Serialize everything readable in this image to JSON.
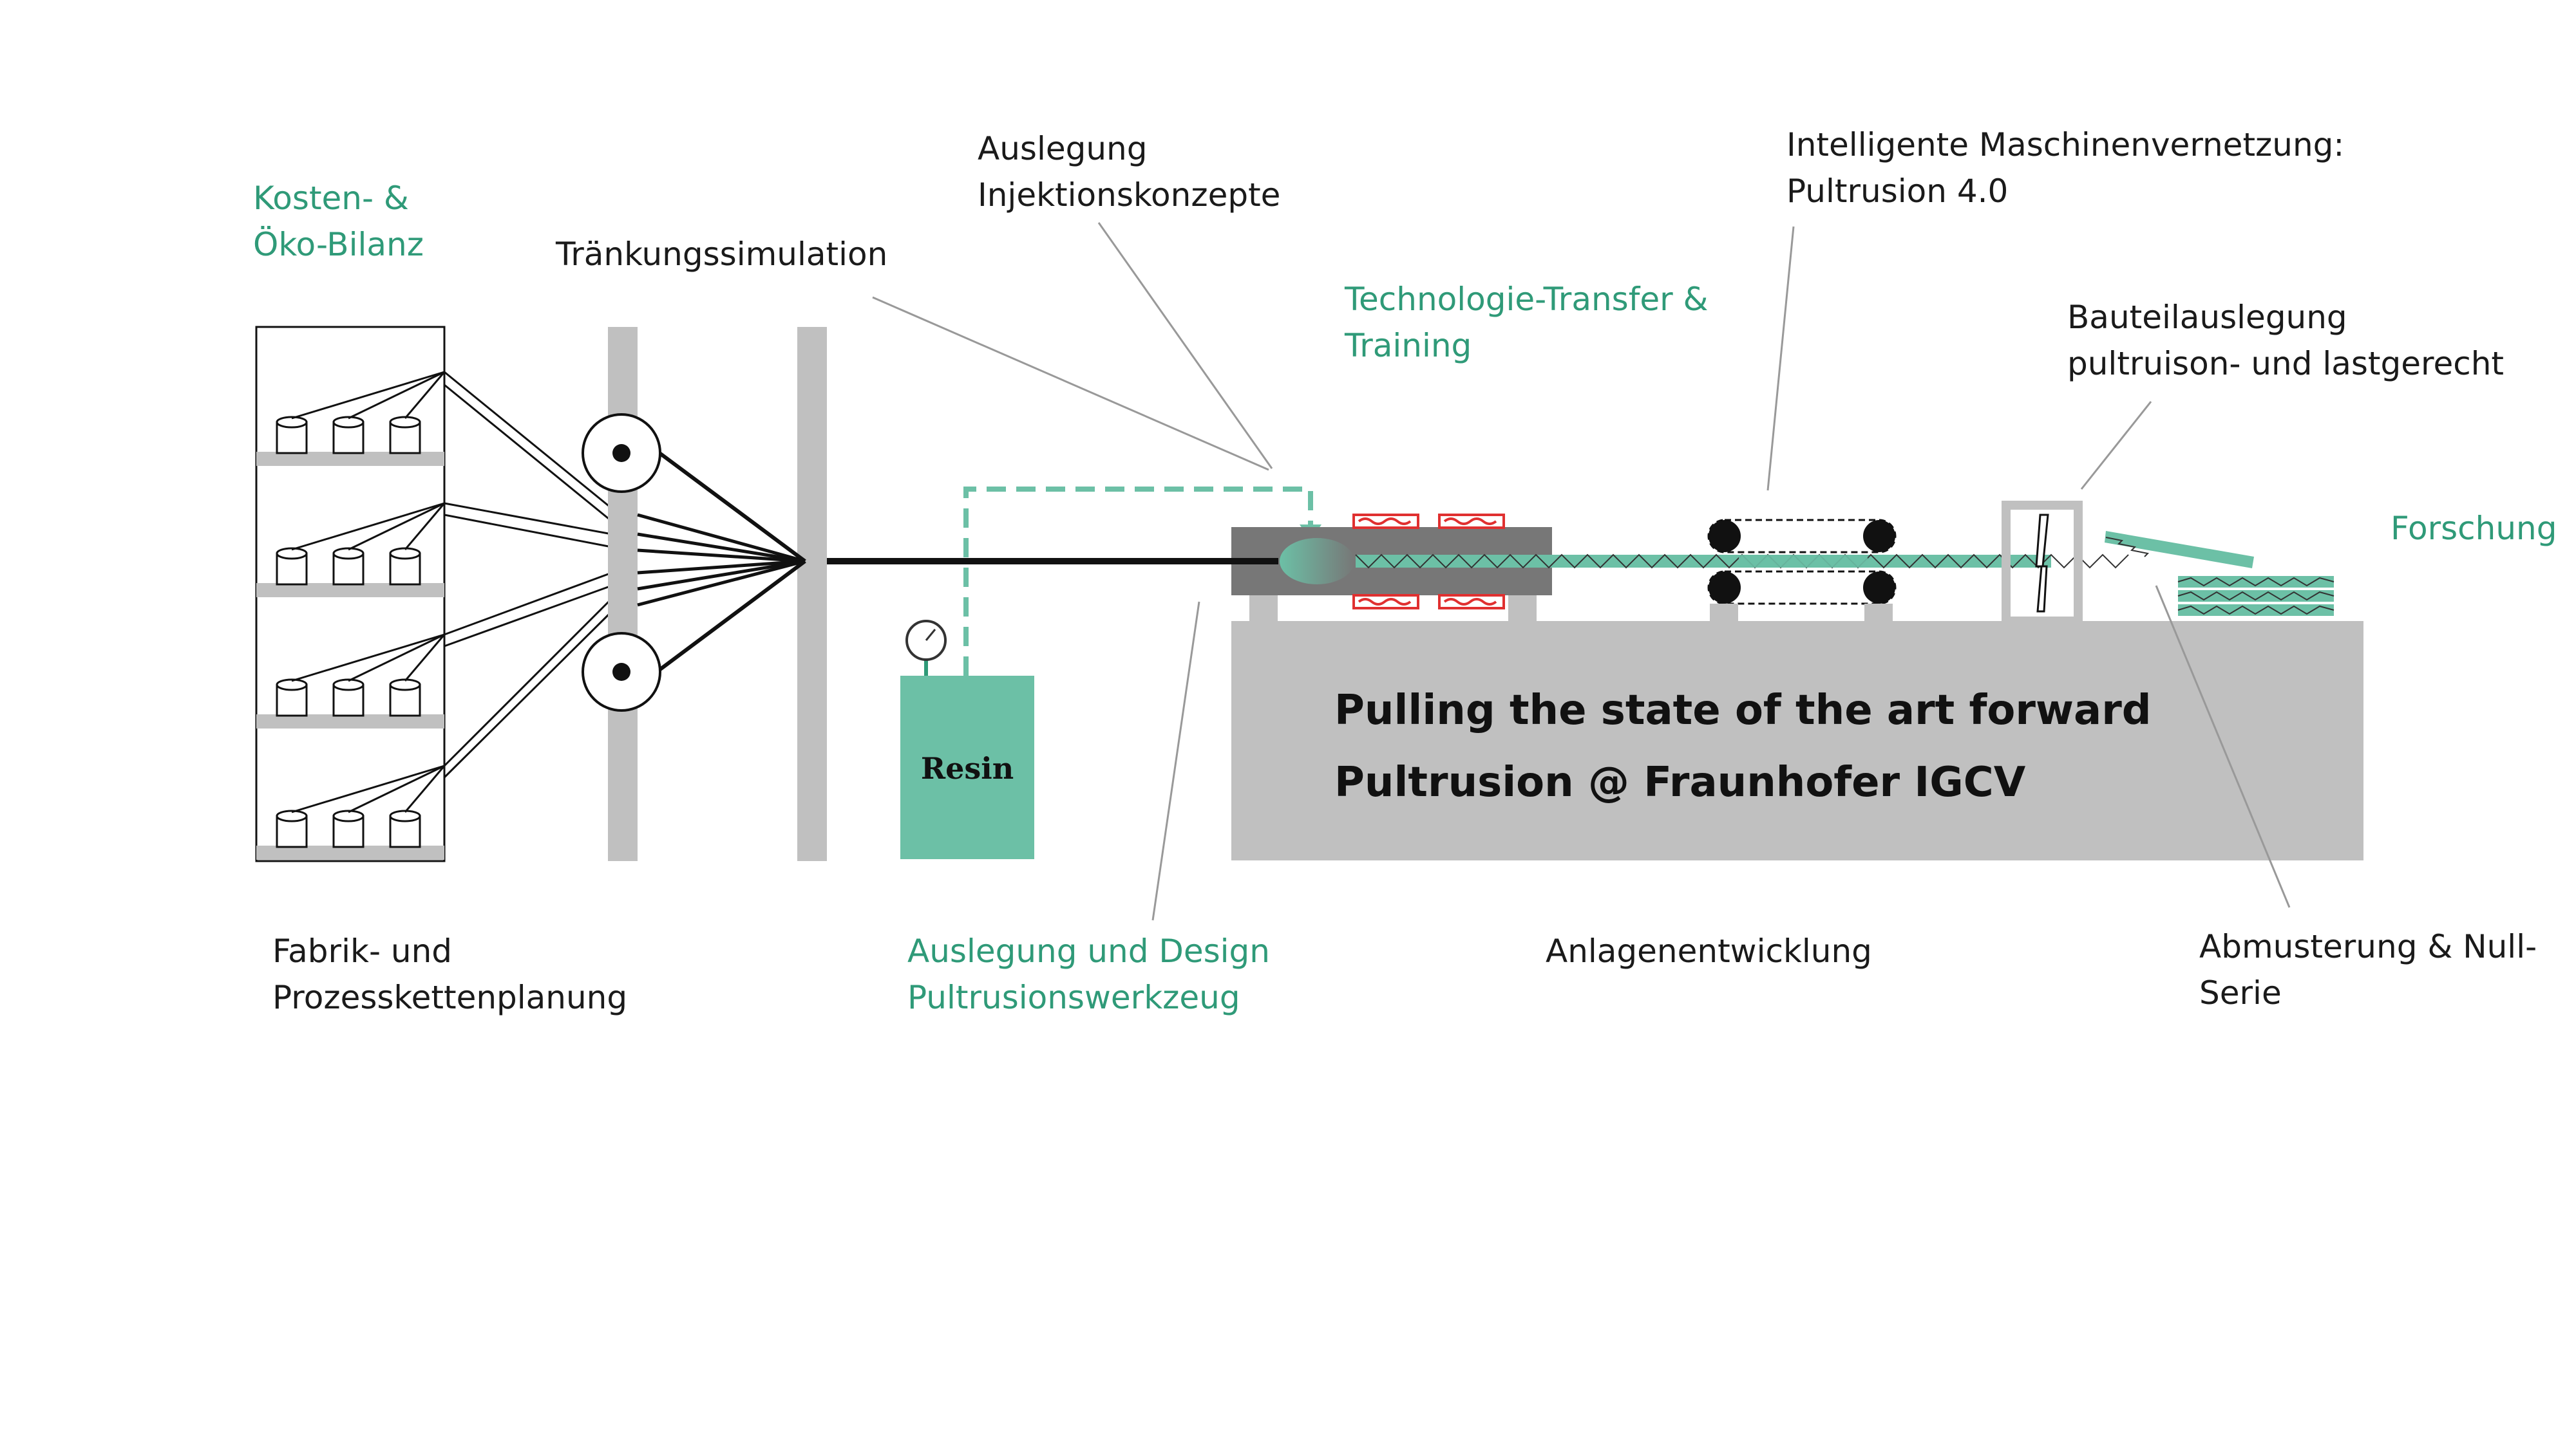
{
  "labels": {
    "kosten": [
      "Kosten- &",
      "Öko-Bilanz"
    ],
    "traenkung": "Tränkungssimulation",
    "injektion": [
      "Auslegung",
      "Injektionskonzepte"
    ],
    "technologie": [
      "Technologie-Transfer &",
      "Training"
    ],
    "vernetzung": [
      "Intelligente Maschinenvernetzung:",
      "Pultrusion 4.0"
    ],
    "bauteil": [
      "Bauteilauslegung",
      "pultruison- und lastgerecht"
    ],
    "forschung": "Forschung",
    "fabrik": [
      "Fabrik- und",
      "Prozesskettenplanung"
    ],
    "werkzeug": [
      "Auslegung und Design",
      "Pultrusionswerkzeug"
    ],
    "anlagen": "Anlagenentwicklung",
    "abmusterung": [
      "Abmusterung & Null-",
      "Serie"
    ]
  },
  "resin_tank": {
    "label": "Resin"
  },
  "machine_bed": {
    "title_line1": "Pulling the state of the art forward",
    "title_line2": "Pultrusion @ Fraunhofer IGCV"
  },
  "colors": {
    "teal": "#6cc0a6",
    "teal_text": "#2f9a78",
    "gray": "#c0c0c0",
    "die_gray": "#777777",
    "heater_red": "#e03030",
    "dark": "#111111"
  }
}
